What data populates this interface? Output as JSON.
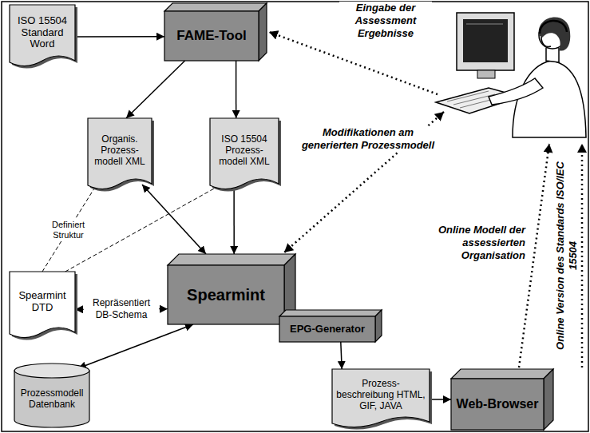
{
  "diagram": {
    "nodes": [
      {
        "text": [
          "ISO 15504 Standard Word"
        ]
      },
      {
        "text": [
          "FAME-Tool"
        ]
      },
      {
        "text": [
          "Organis. Prozess-modell XML"
        ]
      },
      {
        "text": [
          "ISO 15504 Prozess-modell XML"
        ]
      },
      {
        "text": [
          "Spearmint DTD"
        ]
      },
      {
        "text": [
          "Spearmint"
        ]
      },
      {
        "text": [
          "EPG-Generator"
        ]
      },
      {
        "text": [
          "Prozessmodell Datenbank"
        ]
      },
      {
        "text": [
          "Prozess-beschreibung HTML, GIF, JAVA"
        ]
      },
      {
        "text": [
          "Web-Browser"
        ]
      }
    ],
    "edges": [
      {
        "from": 0,
        "to": 1,
        "arrow": "to"
      },
      {
        "from": 1,
        "to": 2,
        "arrow": "to"
      },
      {
        "from": 1,
        "to": 3,
        "arrow": "to"
      },
      {
        "from": 2,
        "to": 5,
        "arrow": "both"
      },
      {
        "from": 3,
        "to": 5,
        "arrow": "to"
      },
      {
        "from": 4,
        "to": 2,
        "label": "Definiert Struktur",
        "arrow": "none"
      },
      {
        "from": 4,
        "to": 3,
        "arrow": "none"
      },
      {
        "from": 4,
        "to": 5,
        "label": "Repräsentiert DB-Schema",
        "arrow": "both"
      },
      {
        "from": 7,
        "to": 5,
        "arrow": "both"
      },
      {
        "from": 6,
        "to": 8,
        "arrow": "to"
      },
      {
        "from": 8,
        "to": 9,
        "arrow": "to"
      }
    ],
    "labels": [
      "Eingabe der Assessment Ergebnisse",
      "Modifikationen am generierten Prozessmodell",
      "Online Modell der assessierten Organisation",
      "Online Version des Standards ISO/IEC 15504"
    ]
  }
}
